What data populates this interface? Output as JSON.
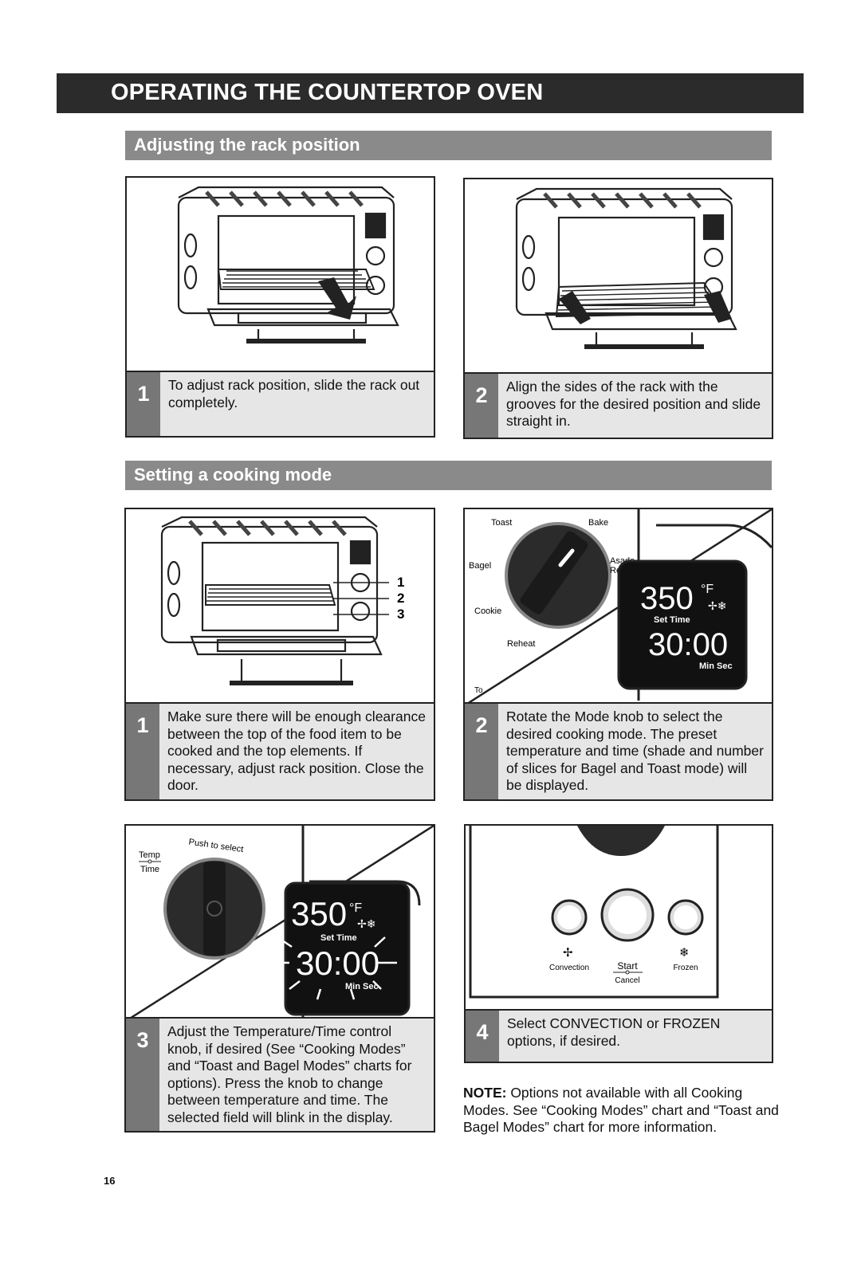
{
  "page_title": "OPERATING THE COUNTERTOP OVEN",
  "sections": {
    "rack": {
      "title": "Adjusting the rack position",
      "steps": [
        {
          "num": "1",
          "text": "To adjust rack position, slide the rack out completely."
        },
        {
          "num": "2",
          "text": "Align the sides of the rack with the grooves for the desired position and slide straight in."
        }
      ]
    },
    "mode": {
      "title": "Setting a cooking mode",
      "steps": [
        {
          "num": "1",
          "text": "Make sure there will be enough clearance between the top of the food item to be cooked and the top elements. If necessary, adjust rack position. Close the door."
        },
        {
          "num": "2",
          "text": "Rotate the Mode knob to select the desired cooking mode. The preset temperature and time (shade and number of slices for Bagel and Toast mode) will be displayed."
        },
        {
          "num": "3",
          "text": "Adjust the Temperature/Time control knob, if desired (See “Cooking Modes” and “Toast and Bagel Modes” charts for options). Press the knob to change between temperature and time. The selected field will blink in the display."
        },
        {
          "num": "4",
          "text": "Select CONVECTION or FROZEN options, if desired."
        }
      ]
    }
  },
  "rack_labels": [
    "1",
    "2",
    "3"
  ],
  "mode_knob": {
    "labels": [
      "Toast",
      "Bake",
      "Bagel",
      "Asado",
      "Roast",
      "Cookie",
      "Reheat",
      "To"
    ]
  },
  "display": {
    "temp": "350",
    "unit": "°F",
    "set_time_label": "Set Time",
    "time": "30:00",
    "min_sec_label": "Min Sec",
    "set_time_partial": "Set Time",
    "min_sec_partial": "Min Sec"
  },
  "temp_knob": {
    "temp_label": "Temp",
    "time_label": "Time",
    "push_label": "Push to select"
  },
  "buttons": {
    "convection": "Convection",
    "start": "Start",
    "cancel": "Cancel",
    "frozen": "Frozen"
  },
  "note": {
    "label": "NOTE:",
    "text": " Options not available with all Cooking Modes. See “Cooking Modes” chart and “Toast and Bagel Modes” chart for more information."
  },
  "page_number": "16"
}
